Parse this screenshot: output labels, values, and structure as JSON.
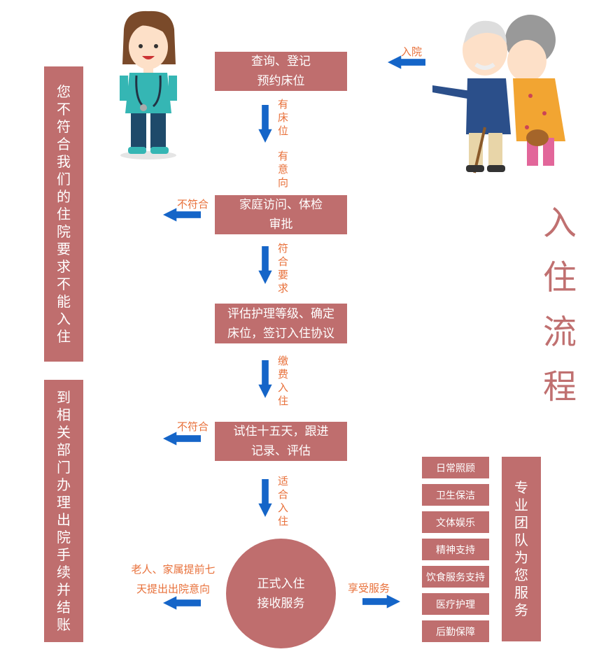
{
  "colors": {
    "box": "#bf6e6e",
    "label": "#e8703a",
    "arrow": "#1565c8",
    "title": "#c07070"
  },
  "title": "入住流程",
  "entry_label": "入院",
  "steps": [
    {
      "line1": "查询、登记",
      "line2": "预约床位"
    },
    {
      "line1": "家庭访问、体检",
      "line2": "审批"
    },
    {
      "line1": "评估护理等级、确定",
      "line2": "床位，签订入住协议"
    },
    {
      "line1": "试住十五天，跟进",
      "line2": "记录、评估"
    }
  ],
  "down_labels": [
    "有床位",
    "有意向",
    "符合要求",
    "缴费入住",
    "适合入住"
  ],
  "reject_label_1": "不符合",
  "reject_label_2": "不符合",
  "final": {
    "line1": "正式入住",
    "line2": "接收服务"
  },
  "exit_note": {
    "line1": "老人、家属提前七",
    "line2": "天提出出院意向"
  },
  "enjoy_label": "享受服务",
  "left_boxes": [
    "您不符合我们的住院要求　不能入住",
    "到相关部门办理出院手续并结账"
  ],
  "services": [
    "日常照顾",
    "卫生保洁",
    "文体娱乐",
    "精神支持",
    "饮食服务支持",
    "医疗护理",
    "后勤保障"
  ],
  "team_box": "专业团队为您服务"
}
